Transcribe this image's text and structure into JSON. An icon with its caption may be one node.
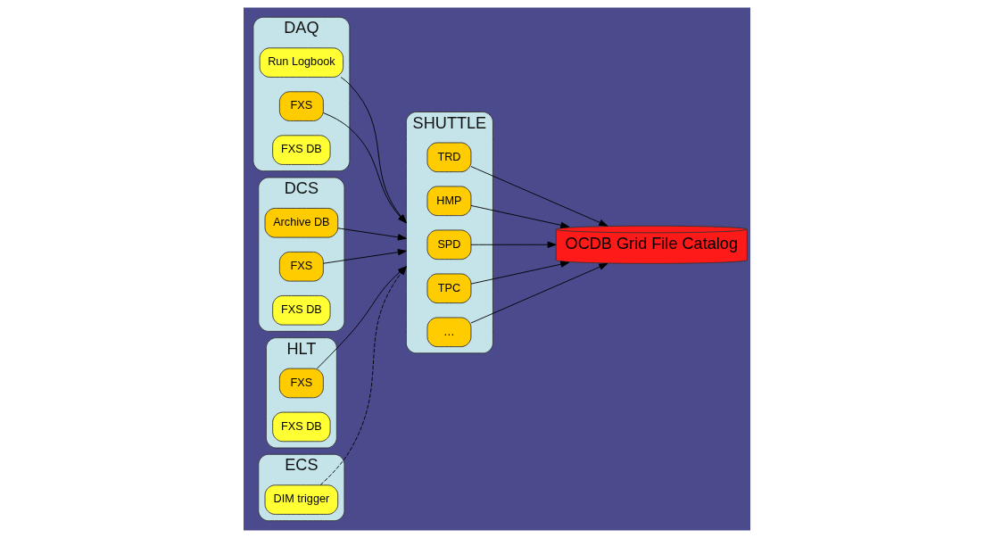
{
  "diagram": {
    "nodes": [
      {
        "text": [
          "DAQ"
        ]
      },
      {
        "text": [
          "Run Logbook"
        ],
        "in": 0
      },
      {
        "text": [
          "FXS"
        ],
        "in": 0
      },
      {
        "text": [
          "FXS DB"
        ],
        "in": 0
      },
      {
        "text": [
          "DCS"
        ]
      },
      {
        "text": [
          "Archive DB"
        ],
        "in": 4
      },
      {
        "text": [
          "FXS"
        ],
        "in": 4
      },
      {
        "text": [
          "FXS DB"
        ],
        "in": 4
      },
      {
        "text": [
          "HLT"
        ]
      },
      {
        "text": [
          "FXS"
        ],
        "in": 8
      },
      {
        "text": [
          "FXS DB"
        ],
        "in": 8
      },
      {
        "text": [
          "ECS"
        ]
      },
      {
        "text": [
          "DIM trigger"
        ],
        "in": 11
      },
      {
        "text": [
          "SHUTTLE"
        ]
      },
      {
        "text": [
          "TRD"
        ],
        "in": 13
      },
      {
        "text": [
          "HMP"
        ],
        "in": 13
      },
      {
        "text": [
          "SPD"
        ],
        "in": 13
      },
      {
        "text": [
          "TPC"
        ],
        "in": 13
      },
      {
        "text": [
          "…"
        ],
        "in": 13
      },
      {
        "text": [
          "OCDB Grid File Catalog"
        ]
      }
    ],
    "edges": [
      {
        "from": 1,
        "to": 13,
        "arrow": "to"
      },
      {
        "from": 2,
        "to": 13,
        "arrow": "to"
      },
      {
        "from": 5,
        "to": 13,
        "arrow": "to"
      },
      {
        "from": 6,
        "to": 13,
        "arrow": "to"
      },
      {
        "from": 9,
        "to": 13,
        "arrow": "to"
      },
      {
        "from": 12,
        "to": 13,
        "arrow": "to",
        "style": "dashed"
      },
      {
        "from": 14,
        "to": 19,
        "arrow": "to"
      },
      {
        "from": 15,
        "to": 19,
        "arrow": "to"
      },
      {
        "from": 16,
        "to": 19,
        "arrow": "to"
      },
      {
        "from": 17,
        "to": 19,
        "arrow": "to"
      },
      {
        "from": 18,
        "to": 19,
        "arrow": "to"
      }
    ]
  }
}
